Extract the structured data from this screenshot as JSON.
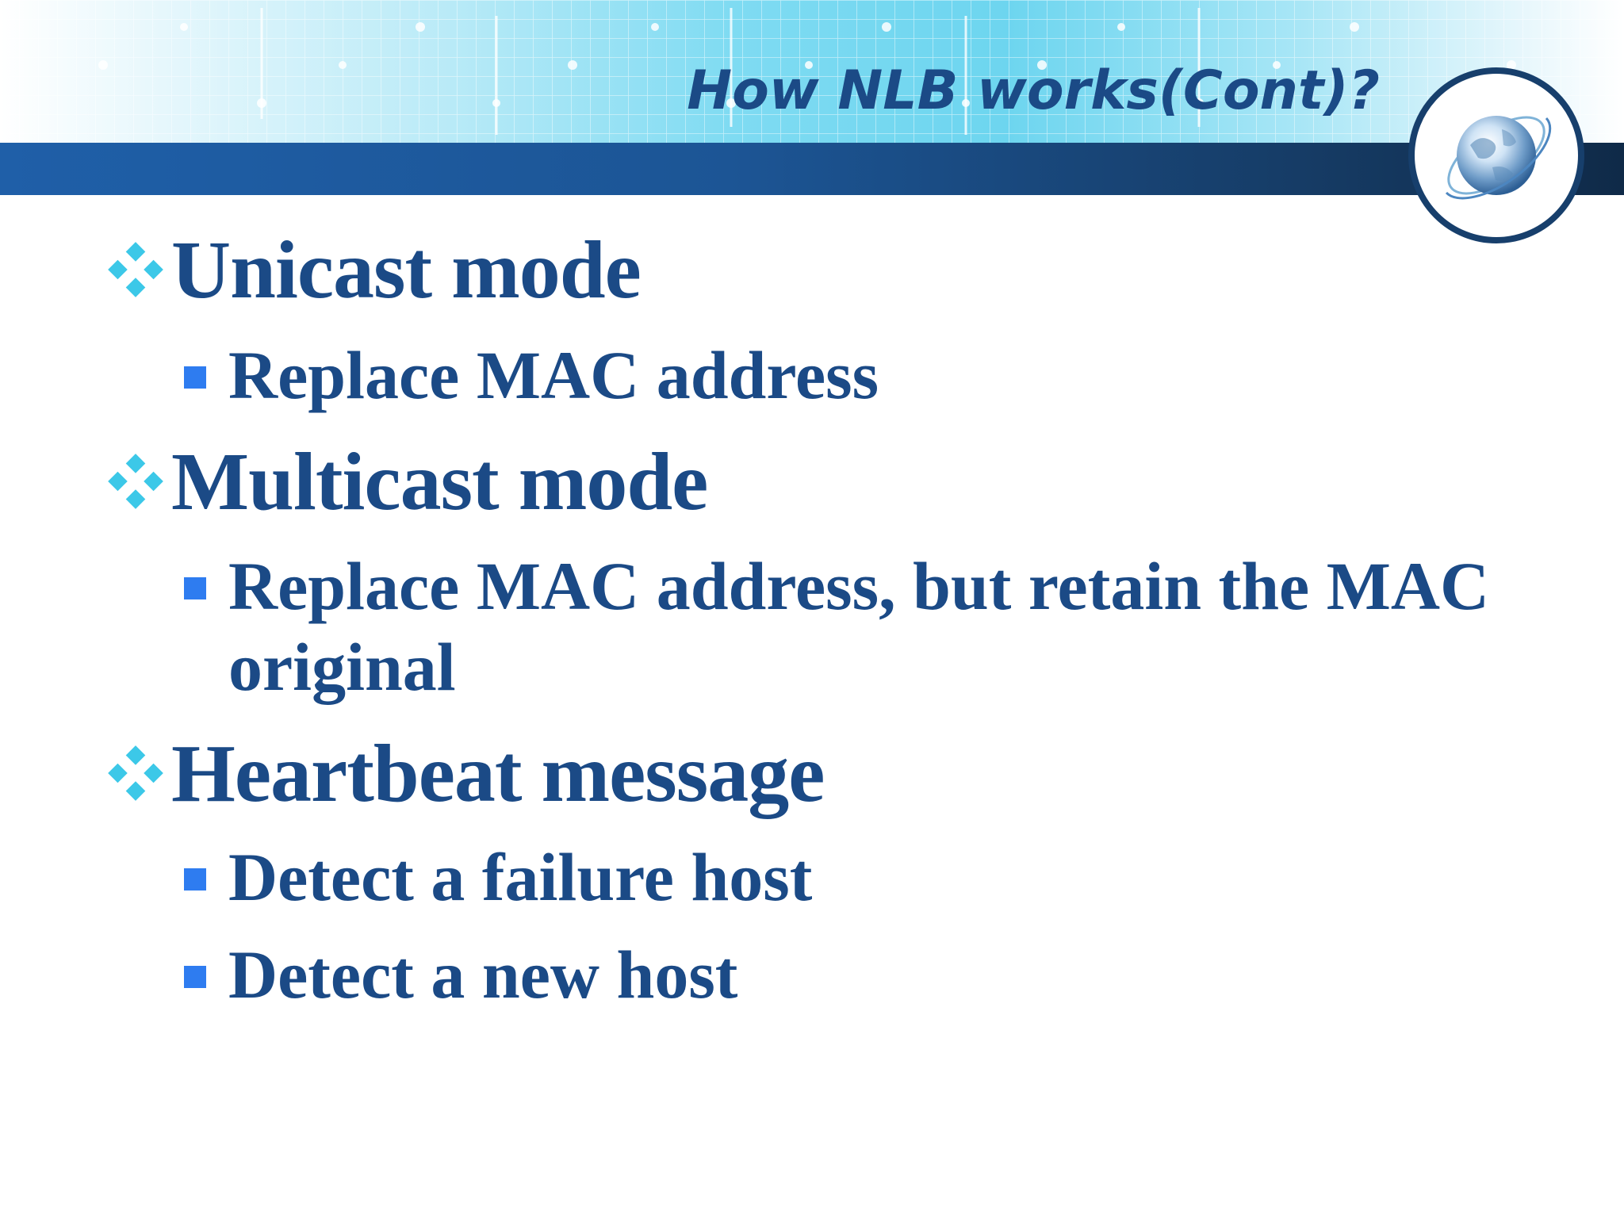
{
  "slide": {
    "title": "How NLB works(Cont)?",
    "bullets": [
      {
        "text": "Unicast mode",
        "icon": "diamond-bullet-icon",
        "sub": [
          {
            "text": "Replace MAC address",
            "icon": "square-bullet-icon"
          }
        ]
      },
      {
        "text": "Multicast mode",
        "icon": "diamond-bullet-icon",
        "sub": [
          {
            "text": "Replace MAC address, but retain the MAC original",
            "icon": "square-bullet-icon"
          }
        ]
      },
      {
        "text": "Heartbeat message",
        "icon": "diamond-bullet-icon",
        "sub": [
          {
            "text": "Detect a failure host",
            "icon": "square-bullet-icon"
          },
          {
            "text": "Detect a new host",
            "icon": "square-bullet-icon"
          }
        ]
      }
    ]
  },
  "colors": {
    "text": "#1b4a86",
    "diamond_bullet": "#3cc8e8",
    "square_bullet": "#2e7cf0",
    "bar": "#1c5595",
    "ring": "#173f6c"
  },
  "decor": {
    "logo": "globe-logo-icon"
  }
}
